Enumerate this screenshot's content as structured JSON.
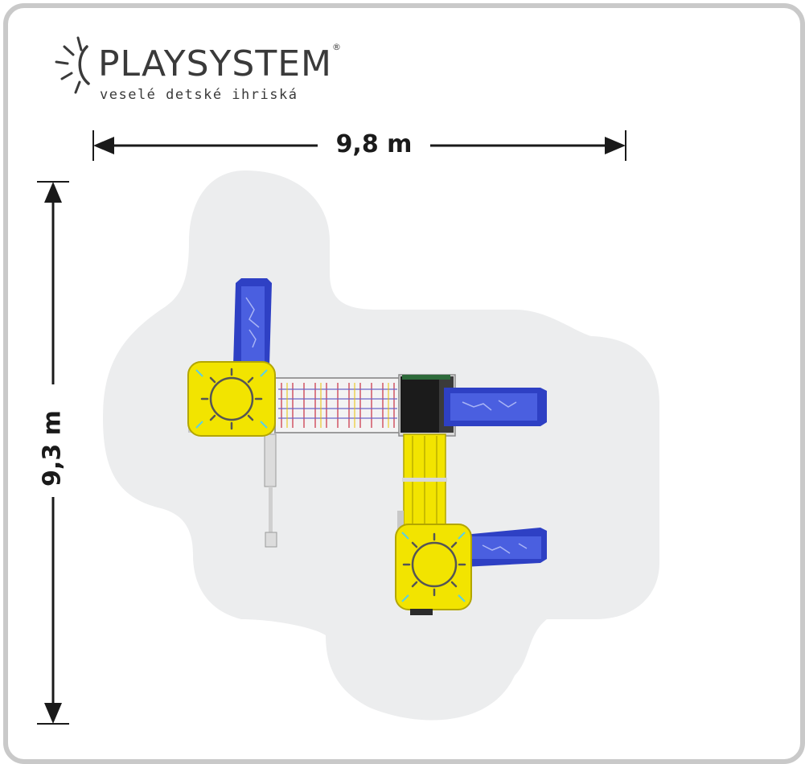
{
  "logo": {
    "brand": "PLAYSYSTEM",
    "registered": "®",
    "tagline": "veselé detské ihriská",
    "icon": "sun-rays-icon"
  },
  "dimensions": {
    "width_label": "9,8 m",
    "height_label": "9,3 m"
  },
  "colors": {
    "surface": "#ecedee",
    "frame": "#c9c9c9",
    "platform_yellow": "#f2e400",
    "slide_blue": "#3346c8",
    "roof_black": "#1b1b1b",
    "arrow": "#1a1a1a"
  },
  "components": [
    "sun-platform-left",
    "sun-platform-bottom",
    "slide-top",
    "slide-right-upper",
    "slide-right-lower",
    "rope-bridge",
    "tower-roof",
    "yellow-walkway",
    "ladder-left"
  ]
}
